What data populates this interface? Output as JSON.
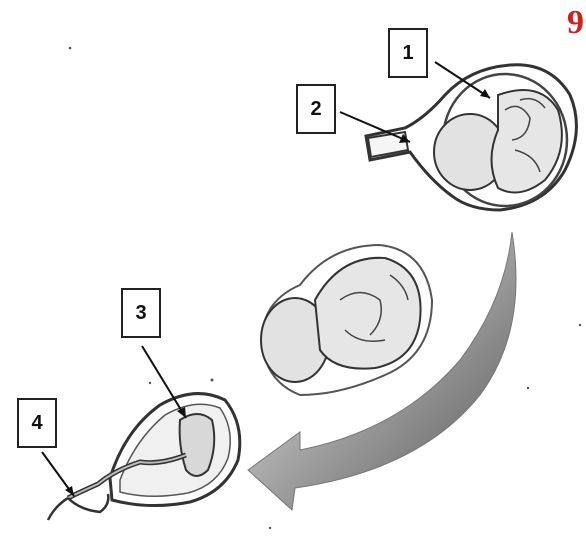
{
  "figure_number": "9",
  "labels": [
    "1",
    "2",
    "3",
    "4"
  ],
  "colors": {
    "label_number": "#d02020",
    "outline": "#333333",
    "fill": "#e4e4e4",
    "arrow_light": "#f2f2f2",
    "arrow_dark": "#6e6e6e"
  }
}
